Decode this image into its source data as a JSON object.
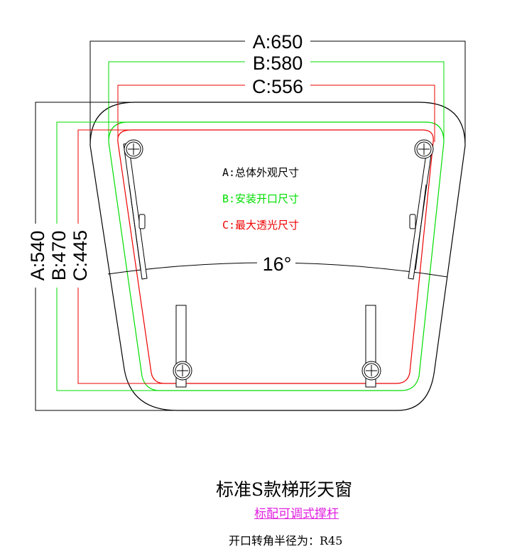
{
  "dimensions": {
    "width_a": "A:650",
    "width_b": "B:580",
    "width_c": "C:556",
    "height_a": "A:540",
    "height_b": "B:470",
    "height_c": "C:445",
    "angle": "16°"
  },
  "legend": {
    "a": "A:总体外观尺寸",
    "b": "B:安装开口尺寸",
    "c": "C:最大透光尺寸"
  },
  "caption": {
    "title": "标准S款梯形天窗",
    "subtitle": "标配可调式撑杆",
    "radius": "开口转角半径为：R45"
  },
  "colors": {
    "a": "#000000",
    "b": "#00dd00",
    "c": "#ee0000",
    "subtitle": "#e020e0"
  }
}
